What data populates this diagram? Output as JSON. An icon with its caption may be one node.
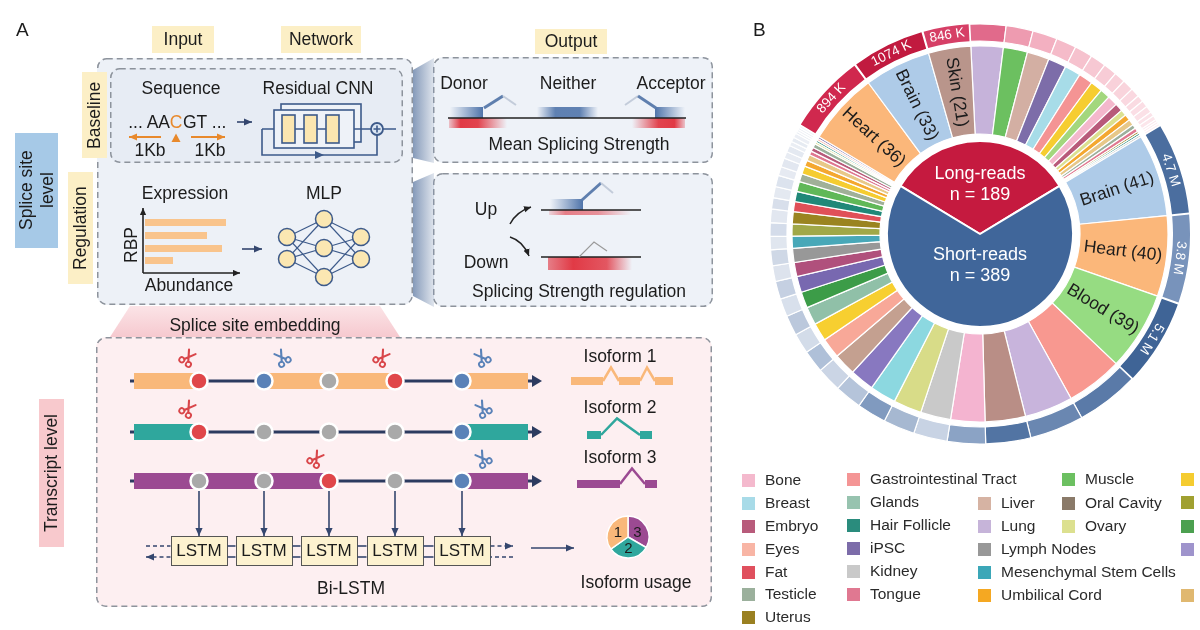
{
  "diagram": {
    "nodes": [
      {
        "text": [
          "Input"
        ]
      },
      {
        "text": [
          "Network"
        ]
      },
      {
        "text": [
          "Output"
        ]
      },
      {
        "text": [
          "Splice site level"
        ]
      },
      {
        "text": [
          "Baseline"
        ]
      },
      {
        "text": [
          "Regulation"
        ]
      },
      {
        "text": [],
        "shape": "box"
      },
      {
        "text": [],
        "shape": "box",
        "in": 6
      },
      {
        "text": [
          "Sequence",
          "... AA",
          "C",
          "GT ..."
        ],
        "in": 7
      },
      {
        "text": [
          "Residual CNN"
        ],
        "in": 7
      },
      {
        "text": [
          "Expression",
          "RBP",
          "Abundance"
        ],
        "in": 6
      },
      {
        "text": [
          "MLP"
        ],
        "in": 6
      },
      {
        "text": [
          "Donor",
          "Neither",
          "Acceptor",
          "Mean Splicing Strength"
        ]
      },
      {
        "text": [
          "Up",
          "Down",
          "Splicing Strength regulation"
        ]
      },
      {
        "text": [
          "Splice site embedding"
        ]
      },
      {
        "text": [
          "Transcript level"
        ]
      },
      {
        "text": [],
        "shape": "box"
      },
      {
        "text": [],
        "shape": "picture",
        "in": 16
      },
      {
        "text": [
          "LSTM"
        ],
        "in": 16
      },
      {
        "text": [
          "LSTM"
        ],
        "in": 16
      },
      {
        "text": [
          "LSTM"
        ],
        "in": 16
      },
      {
        "text": [
          "LSTM"
        ],
        "in": 16
      },
      {
        "text": [
          "LSTM"
        ],
        "in": 16
      },
      {
        "text": [
          "1",
          "3",
          "2",
          "Isoform usage"
        ],
        "in": 16
      },
      {
        "text": [
          "Long-reads",
          "n = 189"
        ]
      },
      {
        "text": [
          "Short-reads",
          "n = 389"
        ]
      },
      {
        "text": [
          "Heart (36)"
        ]
      },
      {
        "text": [
          "Brain (33)"
        ]
      },
      {
        "text": [
          "Skin (21)"
        ]
      },
      {
        "text": [
          "Brain (41)"
        ]
      },
      {
        "text": [
          "Heart (40)"
        ]
      },
      {
        "text": [
          "Blood (39)"
        ]
      },
      {
        "text": [
          "894 K"
        ]
      },
      {
        "text": [
          "1074 K"
        ]
      },
      {
        "text": [
          "846 K"
        ]
      },
      {
        "text": [
          "4.7 M"
        ]
      },
      {
        "text": [
          "3.8 M"
        ]
      },
      {
        "text": [
          "5.1 M"
        ]
      },
      {
        "text": [],
        "shape": "trapezoid"
      },
      {
        "text": [],
        "shape": "trapezoid"
      }
    ],
    "edges": [
      {
        "from": 8,
        "to": 9,
        "arrow": "to"
      },
      {
        "from": 10,
        "to": 11,
        "arrow": "to"
      },
      {
        "from": 17,
        "to": 18,
        "arrow": "to"
      },
      {
        "from": 17,
        "to": 19,
        "arrow": "to"
      },
      {
        "from": 17,
        "to": 20,
        "arrow": "to"
      },
      {
        "from": 17,
        "to": 21,
        "arrow": "to"
      },
      {
        "from": 17,
        "to": 22,
        "arrow": "to"
      },
      {
        "from": 18,
        "to": 19,
        "arrow": "none"
      },
      {
        "from": 19,
        "to": 20,
        "arrow": "none"
      },
      {
        "from": 20,
        "to": 21,
        "arrow": "none"
      },
      {
        "from": 21,
        "to": 22,
        "arrow": "none"
      },
      {
        "from": 19,
        "to": 18,
        "arrow": "none"
      },
      {
        "from": 20,
        "to": 19,
        "arrow": "none"
      },
      {
        "from": 21,
        "to": 20,
        "arrow": "none"
      },
      {
        "from": 22,
        "to": 21,
        "arrow": "none"
      },
      {
        "from": null,
        "to": 18,
        "arrow": "none",
        "style": "dashed"
      },
      {
        "from": 18,
        "to": null,
        "arrow": "to",
        "style": "dashed"
      },
      {
        "from": 22,
        "to": null,
        "arrow": "to",
        "style": "dashed"
      },
      {
        "from": null,
        "to": 22,
        "arrow": "none",
        "style": "dashed"
      },
      {
        "from": null,
        "to": 23,
        "arrow": "to"
      }
    ],
    "labels": [
      "A",
      "1Kb",
      "1Kb",
      "Isoform 1",
      "Isoform 2",
      "Isoform 3",
      "Bi-LSTM",
      "B"
    ],
    "legend": [
      {
        "text": "Bone",
        "color": "#f4b9cd"
      },
      {
        "text": "Breast",
        "color": "#a8dbe8"
      },
      {
        "text": "Embryo",
        "color": "#b85b7b"
      },
      {
        "text": "Eyes",
        "color": "#f8b5a5"
      },
      {
        "text": "Fat",
        "color": "#e0505e"
      },
      {
        "text": "Testicle",
        "color": "#9bb09c"
      },
      {
        "text": "Uterus",
        "color": "#9a8021"
      },
      {
        "text": "Gastrointestinal Tract",
        "color": "#f49595"
      },
      {
        "text": "Glands",
        "color": "#97c3af"
      },
      {
        "text": "Hair Follicle",
        "color": "#2a8c7d"
      },
      {
        "text": "iPSC",
        "color": "#7c6ca9"
      },
      {
        "text": "Kidney",
        "color": "#c9c9c9"
      },
      {
        "text": "Tongue",
        "color": "#e07891"
      },
      {
        "text": "Liver",
        "color": "#d6b3a3"
      },
      {
        "text": "Lung",
        "color": "#c6b4d9"
      },
      {
        "text": "Lymph Nodes",
        "color": "#989898"
      },
      {
        "text": "Mesenchymal Stem Cells",
        "color": "#3ba7b8"
      },
      {
        "text": "Umbilical Cord",
        "color": "#f5a822"
      },
      {
        "text": "Muscle",
        "color": "#6cc061"
      },
      {
        "text": "Oral Cavity",
        "color": "#8a7a69"
      },
      {
        "text": "Ovary",
        "color": "#dce08f"
      }
    ]
  }
}
